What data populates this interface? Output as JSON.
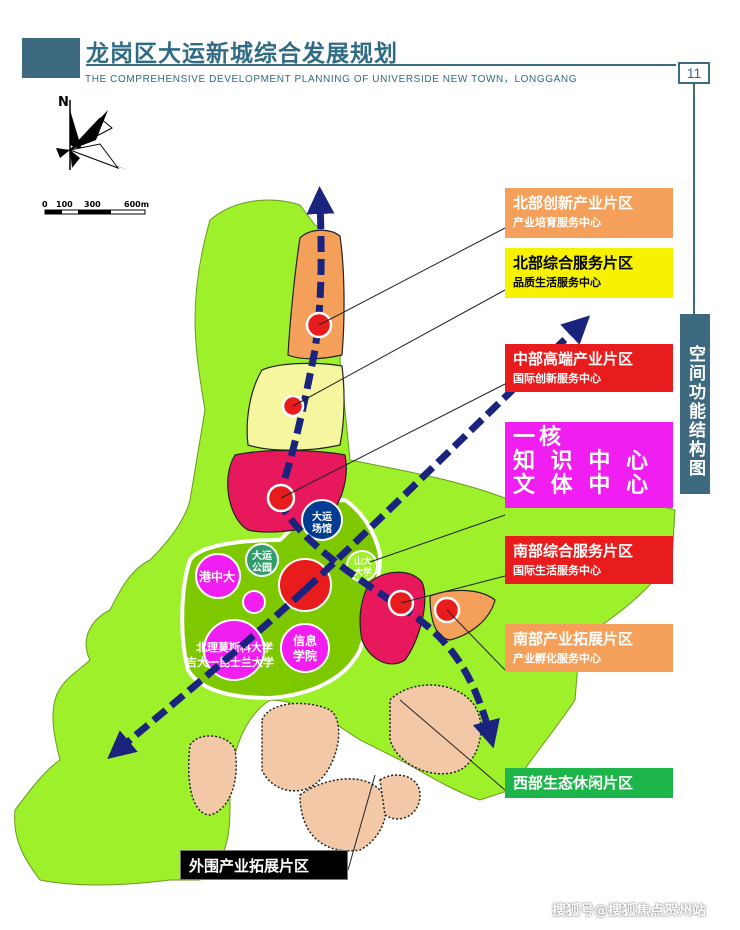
{
  "header": {
    "title": "龙岗区大运新城综合发展规划",
    "subtitle": "THE COMPREHENSIVE DEVELOPMENT PLANNING OF UNIVERSIDE NEW TOWN，LONGGANG",
    "page_number": "11",
    "section_tab": "空间功能结构图"
  },
  "compass": {
    "north_label": "N"
  },
  "scale_bar": {
    "ticks": [
      "0",
      "100",
      "300",
      "600m"
    ]
  },
  "map_labels": {
    "dayun_stadium": [
      "大运",
      "场馆"
    ],
    "dayun_park": [
      "大运",
      "公园"
    ],
    "shanda": [
      "山大",
      "大学"
    ],
    "cuhk": "港中大",
    "bit_moscow": [
      "北理莫斯科大学",
      "吉大一昆士兰大学"
    ],
    "info_college": [
      "信息",
      "学院"
    ]
  },
  "zones": [
    {
      "id": "north-innovation",
      "title": "北部创新产业片区",
      "subtitle": "产业培育服务中心",
      "color": "#f5a05a"
    },
    {
      "id": "north-service",
      "title": "北部综合服务片区",
      "subtitle": "品质生活服务中心",
      "color": "#f7f200"
    },
    {
      "id": "central-hightech",
      "title": "中部高端产业片区",
      "subtitle": "国际创新服务中心",
      "color": "#e81c1c"
    },
    {
      "id": "core",
      "title": "一核",
      "lines": [
        "知 识 中 心",
        "文 体 中 心"
      ],
      "color": "#f01ef0"
    },
    {
      "id": "south-service",
      "title": "南部综合服务片区",
      "subtitle": "国际生活服务中心",
      "color": "#e81c1c"
    },
    {
      "id": "south-expansion",
      "title": "南部产业拓展片区",
      "subtitle": "产业孵化服务中心",
      "color": "#f5a05a"
    },
    {
      "id": "west-eco",
      "title": "西部生态休闲片区",
      "color": "#1db54a"
    },
    {
      "id": "periphery",
      "title": "外围产业拓展片区",
      "color": "#000000"
    }
  ],
  "colors": {
    "greenland": "#9df02a",
    "axis_arrow": "#1a237e",
    "node_red": "#e81c1c",
    "header_teal": "#3e6a80"
  },
  "watermark": "搜狐号@搜狐焦点贺州站"
}
